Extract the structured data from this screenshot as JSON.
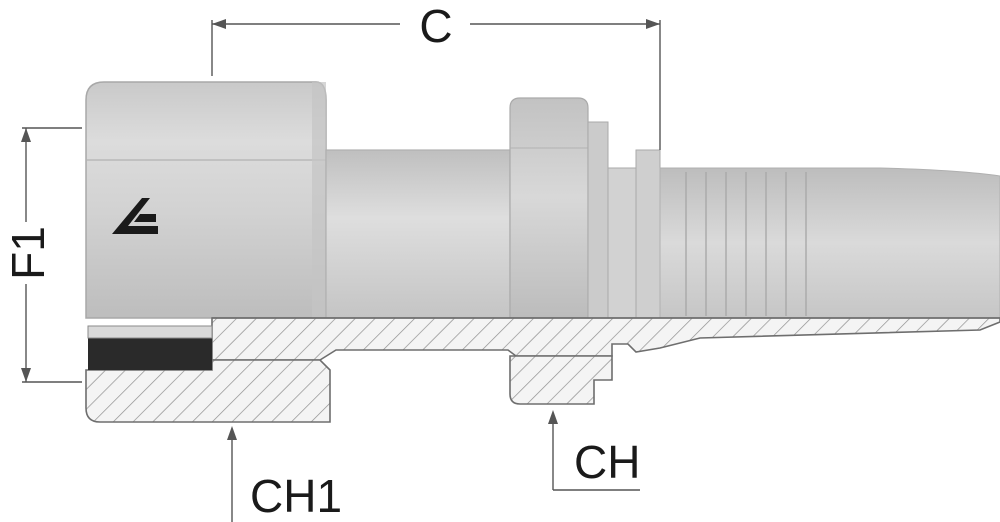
{
  "labels": {
    "c": "C",
    "f1": "F1",
    "ch1": "CH1",
    "ch": "CH"
  },
  "colors": {
    "metal_light": "#e6e6e6",
    "metal_mid": "#cfcfcf",
    "metal_dark": "#9a9a9a",
    "section_fill": "#f2f2f2",
    "hatch": "#8a8a8a",
    "outline": "#6e6e6e",
    "seal": "#2a2a2a",
    "dimension_line": "#555555"
  },
  "icons": {
    "logo": "brand-logo-icon"
  }
}
